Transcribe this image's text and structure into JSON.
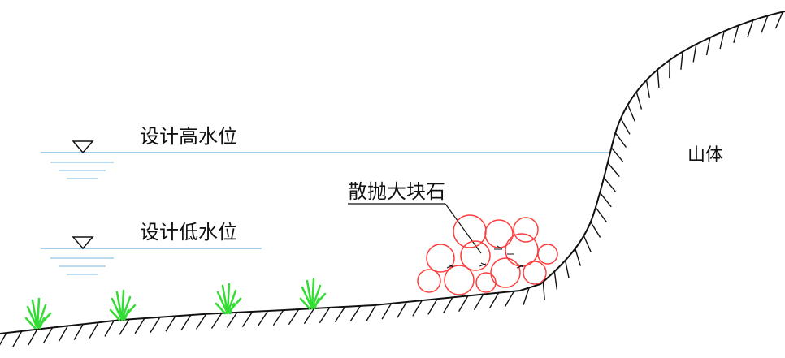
{
  "labels": {
    "high_water": "设计高水位",
    "low_water": "设计低水位",
    "riprap": "散抛大块石",
    "mountain": "山体"
  },
  "colors": {
    "water_line": "#9fd0ea",
    "rock": "#ff3b3b",
    "plant": "#33dd33",
    "ground": "#111111"
  }
}
